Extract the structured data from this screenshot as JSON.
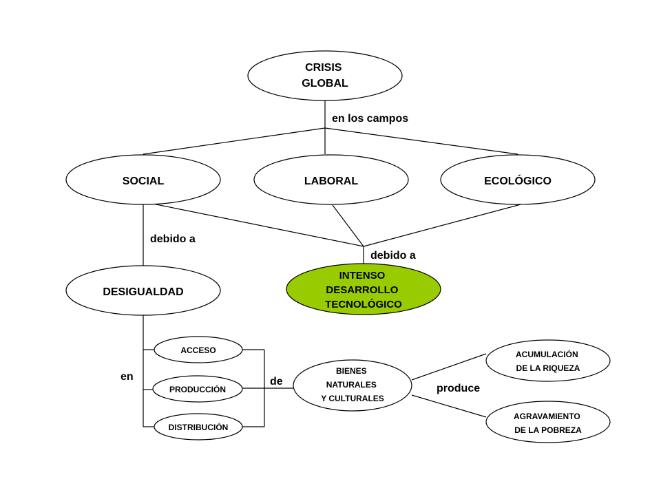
{
  "diagram": {
    "nodes": {
      "crisis": {
        "lines": [
          "CRISIS",
          "GLOBAL"
        ]
      },
      "social": {
        "lines": [
          "SOCIAL"
        ]
      },
      "laboral": {
        "lines": [
          "LABORAL"
        ]
      },
      "ecologico": {
        "lines": [
          "ECOLÓGICO"
        ]
      },
      "desigualdad": {
        "lines": [
          "DESIGUALDAD"
        ]
      },
      "tecnologico": {
        "lines": [
          "INTENSO",
          "DESARROLLO",
          "TECNOLÓGICO"
        ]
      },
      "acceso": {
        "lines": [
          "ACCESO"
        ]
      },
      "produccion": {
        "lines": [
          "PRODUCCIÓN"
        ]
      },
      "distribucion": {
        "lines": [
          "DISTRIBUCIÓN"
        ]
      },
      "bienes": {
        "lines": [
          "BIENES",
          "NATURALES",
          "Y CULTURALES"
        ]
      },
      "riqueza": {
        "lines": [
          "ACUMULACIÓN",
          "DE LA RIQUEZA"
        ]
      },
      "pobreza": {
        "lines": [
          "AGRAVAMIENTO",
          "DE LA POBREZA"
        ]
      }
    },
    "labels": {
      "en_los_campos": "en los campos",
      "debido_a_left": "debido a",
      "debido_a_right": "debido a",
      "en": "en",
      "de": "de",
      "produce": "produce"
    },
    "colors": {
      "highlight": "#99cc00",
      "stroke": "#000000"
    }
  }
}
